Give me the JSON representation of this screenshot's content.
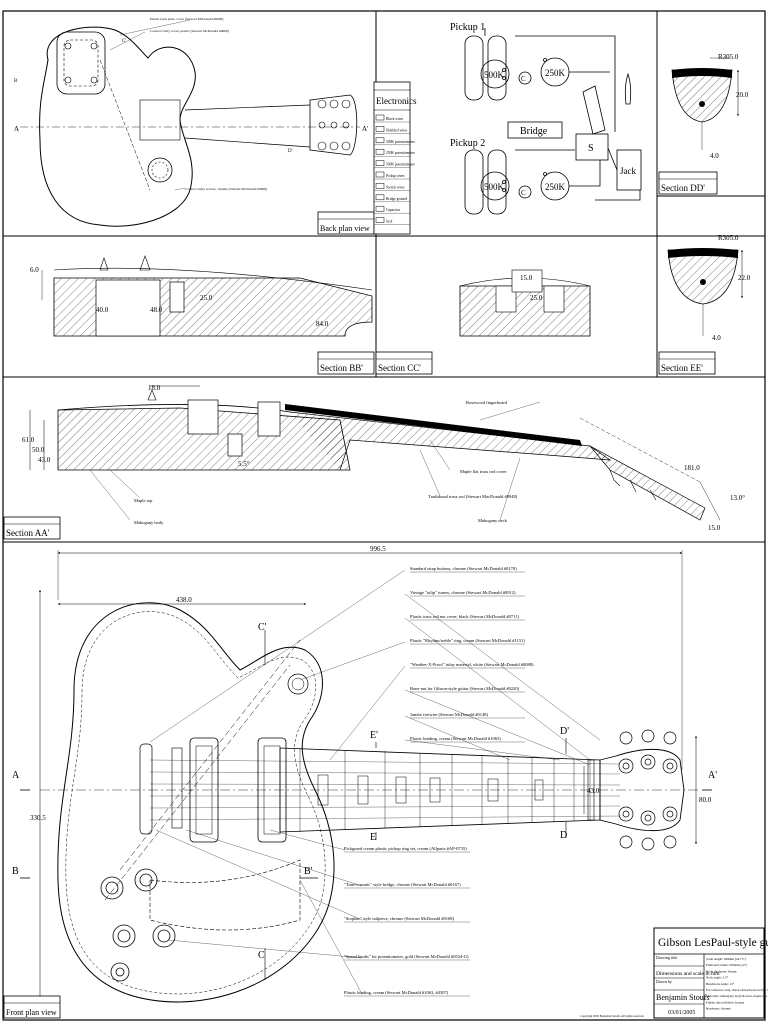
{
  "sheet": {
    "title": "Gibson LesPaul-style guitar",
    "subtitle": "Dimensions and scale in mm",
    "author": "Benjamin Stoufs",
    "date": "03/01/2005",
    "copyright": "Copyright 2005 Benjamin Stoufs. All rights reserved."
  },
  "views": {
    "back": "Back plan view",
    "front": "Front plan view",
    "section_aa": "Section AA'",
    "section_bb": "Section BB'",
    "section_cc": "Section CC'",
    "section_dd": "Section DD'",
    "section_ee": "Section EE'"
  },
  "electronics": {
    "title": "Electronics",
    "pickup1": "Pickup 1",
    "pickup2": "Pickup 2",
    "bridge": "Bridge",
    "pot_vol": "500K",
    "pot_tone": "250K",
    "cap": "C",
    "switch": "S",
    "jack": "Jack",
    "legend": [
      "Black wires",
      "Shielded wires",
      "500K potentiometer",
      "250K potentiometer",
      "500K potentiometer",
      "Pickup wires",
      "Switch wires",
      "Bridge ground",
      "Capacitor",
      "Jack"
    ]
  },
  "section_labels": {
    "A": "A",
    "A_p": "A'",
    "B": "B",
    "B_p": "B'",
    "C": "C",
    "C_p": "C'",
    "D": "D",
    "D_p": "D'",
    "E": "E",
    "E_p": "E'"
  },
  "dimensions": {
    "total_length": "996.5",
    "body_length": "438.0",
    "body_width": "330.5",
    "head_width": "80.0",
    "nut_width": "43.0",
    "aa_top": "18.0",
    "aa_left_1": "61.0",
    "aa_left_2": "50.0",
    "aa_left_3": "43.0",
    "aa_angle": "5.5°",
    "aa_neck": "181.0",
    "aa_head_angle": "13.0°",
    "aa_head_thick": "15.0",
    "bb_top": "6.0",
    "bb_1": "40.0",
    "bb_2": "48.0",
    "bb_3": "25.0",
    "bb_4": "84.0",
    "cc_1": "15.0",
    "cc_2": "25.0",
    "dd_radius": "R305.0",
    "dd_depth": "20.0",
    "dd_bottom": "4.0",
    "ee_radius": "R305.0",
    "ee_depth": "22.0",
    "ee_bottom": "4.0"
  },
  "callouts_aa": {
    "fretboard": "Rosewood fingerboard",
    "truss_cover": "Maple flat truss rod cover",
    "truss_rod": "Traditional truss rod (Stewart MacDonald #0948)",
    "mahogany_neck": "Mahogany neck",
    "maple_top": "Maple top",
    "mahogany_body": "Mahogany body"
  },
  "callouts_front": [
    "Standard strap buttons, chrome (Stewart McDonald #0170)",
    "Vintage \"tulip\" tuners, chrome (Stewart McDonald #0912)",
    "Plastic truss rod nut cover, black (Stewart McDonald #0711)",
    "Plastic \"Rhythm/treble\" ring, cream (Stewart McDonald #1151)",
    "\"Weather-X-Proof\" inlay material, white (Stewart McDonald #0088)",
    "Bone nut for Gibson-style guitar (Stewart McDonald #0220)",
    "Jumbo fretwire (Stewart McDonald #0148)",
    "Plastic binding, cream (Stewart McDonald #1063)",
    "Pickguard cream plastic pickup ring set, cream (Allparts #AP-0735)",
    "\"Tune-o-matic\" style bridge, chrome (Stewart McDonald #0167)",
    "\"Stopbar\" style tailpiece, chrome (Stewart McDonald #0168)",
    "\"Speed knobs\" for potentiometer, gold (Stewart McDonald #0534-G)",
    "Plastic binding, cream (Stewart McDonald #1063, #4307)"
  ],
  "callouts_back": [
    "Plastic back plate, cover (Stewart McDonald #0606)",
    "Control cavity cover, plastic (Stewart McDonald #0606)",
    "Control cavity screws, chrome (Stewart McDonald #0606)"
  ],
  "titleblock_small": {
    "drawing": "Drawing title",
    "scale_row": "Scale",
    "drawn_by": "Drawn by",
    "notes": [
      "Scale length: 628mm (24.75\")",
      "Fretboard radius: 305mm (12\")",
      "Body thickness: 61mm",
      "Neck angle: 5.5°",
      "Headstock angle: 13°",
      "For reference only, check all hardware before routing.",
      "Materials: mahogany body & neck, maple top, rosewood fretboard",
      "Finish: nitrocellulose lacquer",
      "Hardware: chrome"
    ]
  }
}
